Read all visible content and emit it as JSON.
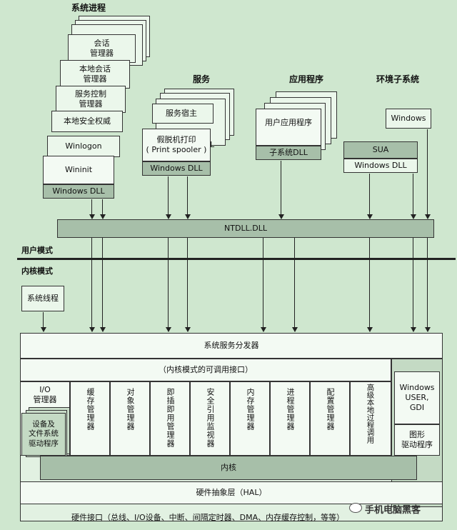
{
  "headers": {
    "system_processes": "系统进程",
    "services": "服务",
    "applications": "应用程序",
    "environment_subsystems": "环境子系统"
  },
  "system_processes": {
    "session_manager": "会话\n管理器",
    "local_session_manager": "本地会话\n管理器",
    "service_control_manager": "服务控制\n管理器",
    "lsa": "本地安全权威",
    "winlogon": "Winlogon",
    "wininit": "Wininit",
    "dll": "Windows DLL"
  },
  "services": {
    "service_host": "服务宿主",
    "print_spooler": "假脱机打印\n( Print spooler )",
    "peek": "L",
    "dll": "Windows DLL"
  },
  "applications": {
    "user_app": "用户应用程序",
    "subsystem_dll": "子系统DLL"
  },
  "environment": {
    "windows": "Windows",
    "sua": "SUA",
    "dll": "Windows DLL"
  },
  "ntdll": "NTDLL.DLL",
  "modes": {
    "user": "用户模式",
    "kernel": "内核模式"
  },
  "system_threads": "系统线程",
  "kernel_mode": {
    "dispatcher": "系统服务分发器",
    "callable_interfaces": "（内核模式的可调用接口）",
    "io_manager": "I/O\n管理器",
    "drivers": "设备及\n文件系统\n驱动程序",
    "executive": [
      "缓存管理器",
      "对象管理器",
      "即插即用管理器",
      "安全引用监视器",
      "内存管理器",
      "进程管理器",
      "配置管理器",
      "高级本地过程调用"
    ],
    "windows_user_gdi": "Windows\nUSER,\nGDI",
    "graphics_drivers": "图形\n驱动程序",
    "kernel": "内核",
    "hal": "硬件抽象层（HAL）",
    "hardware_interfaces": "硬件接口（总线、I/O设备、中断、间隔定时器、DMA、内存缓存控制，等等）"
  },
  "watermark": "手机电脑黑客"
}
